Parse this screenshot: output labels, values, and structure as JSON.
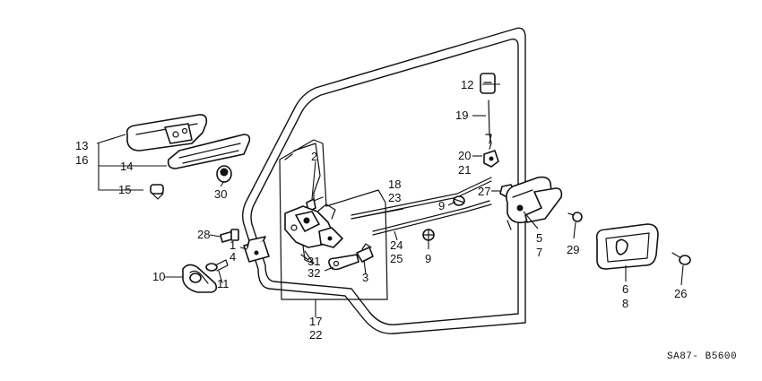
{
  "diagram_code": "SA87- B5600",
  "labels": {
    "l1": "1",
    "l2": "2",
    "l3": "3",
    "l4": "4",
    "l5": "5",
    "l6": "6",
    "l7": "7",
    "l8": "8",
    "l9a": "9",
    "l9b": "9",
    "l10": "10",
    "l11": "11",
    "l12": "12",
    "l13": "13",
    "l14": "14",
    "l15": "15",
    "l16": "16",
    "l17": "17",
    "l18": "18",
    "l19": "19",
    "l20": "20",
    "l21": "21",
    "l22": "22",
    "l23": "23",
    "l24": "24",
    "l25": "25",
    "l26": "26",
    "l27": "27",
    "l28": "28",
    "l29": "29",
    "l30": "30",
    "l31": "31",
    "l32": "32"
  }
}
